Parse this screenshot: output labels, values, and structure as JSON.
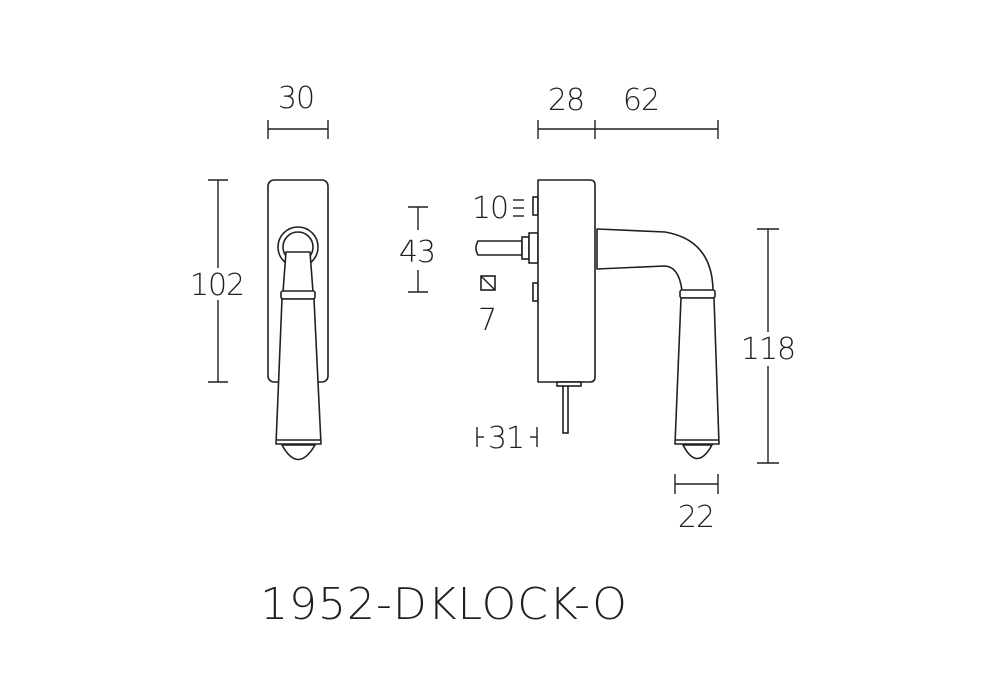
{
  "product_code": "1952-DKLOCK-O",
  "dimensions": {
    "front_width": "30",
    "front_height": "102",
    "rose_depth": "28",
    "lever_projection": "62",
    "spindle_offset": "43",
    "top_offset": "10",
    "square_spindle": "7",
    "key_length": "31",
    "handle_height": "118",
    "grip_width": "22"
  },
  "colors": {
    "line": "#231f20",
    "background": "#ffffff"
  }
}
